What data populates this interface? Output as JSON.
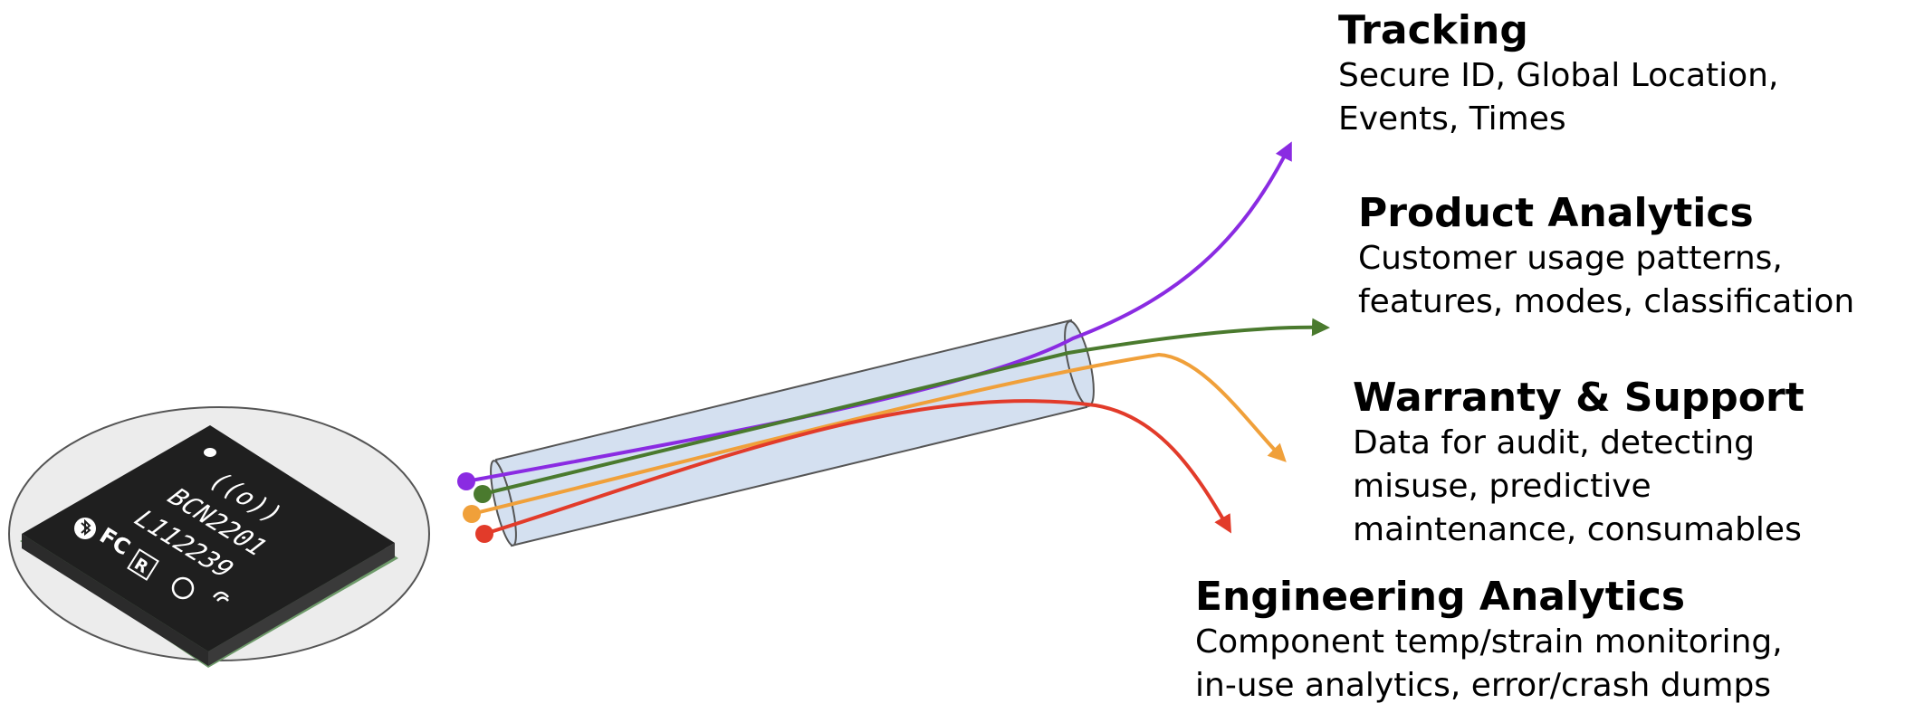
{
  "chip": {
    "wireless_symbol": "((o))",
    "model": "BCN2201",
    "lot": "L112239",
    "marks": [
      "Bluetooth",
      "FC",
      "R",
      "CE-like",
      "NFC-like"
    ],
    "colors": {
      "body": "#1f1f1f",
      "side": "#3a3a3a",
      "pcb": "#6e9a6a",
      "disc": "#ececec"
    }
  },
  "streams": [
    {
      "title": "Tracking",
      "description": "Secure ID, Global Location,\nEvents, Times",
      "color": "#8a2be2"
    },
    {
      "title": "Product Analytics",
      "description": "Customer usage patterns,\nfeatures, modes, classification",
      "color": "#4a7a2e"
    },
    {
      "title": "Warranty & Support",
      "description": "Data for audit, detecting\nmisuse, predictive\nmaintenance, consumables",
      "color": "#f0a03a"
    },
    {
      "title": "Engineering Analytics",
      "description": "Component temp/strain monitoring,\nin-use analytics, error/crash dumps",
      "color": "#e23b2a"
    }
  ],
  "tube": {
    "fill": "#d4e0f0",
    "stroke": "#555555"
  }
}
